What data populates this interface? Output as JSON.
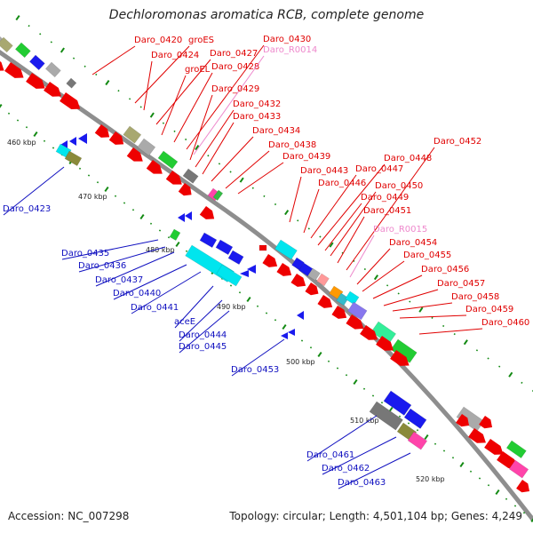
{
  "title": "Dechloromonas aromatica RCB, complete genome",
  "accession": "Accession: NC_007298",
  "summary": "Topology: circular; Length: 4,501,104 bp; Genes: 4,249",
  "colors": {
    "backbone": "#8e8e8e",
    "forward_label": "#e00000",
    "reverse_label": "#1010c0",
    "rna_label": "#ee88cc",
    "tick_mark": "#138a13",
    "leader_forward": "#e00000",
    "leader_reverse": "#1010c0",
    "leader_rna": "#ee88cc"
  },
  "scale_ticks": [
    "460 kbp",
    "470 kbp",
    "480 kbp",
    "490 kbp",
    "500 kbp",
    "510 kbp",
    "520 kbp"
  ],
  "forward_labels": [
    "Daro_0420",
    "groES",
    "Daro_0424",
    "Daro_0427",
    "groEL",
    "Daro_0428",
    "Daro_0430",
    "Daro_R0014",
    "Daro_0429",
    "Daro_0432",
    "Daro_0433",
    "Daro_0434",
    "Daro_0438",
    "Daro_0439",
    "Daro_0443",
    "Daro_0446",
    "Daro_0447",
    "Daro_0448",
    "Daro_0449",
    "Daro_0450",
    "Daro_0451",
    "Daro_0452",
    "Daro_R0015",
    "Daro_0454",
    "Daro_0455",
    "Daro_0456",
    "Daro_0457",
    "Daro_0458",
    "Daro_0459",
    "Daro_0460"
  ],
  "reverse_labels": [
    "Daro_0423",
    "Daro_0435",
    "Daro_0436",
    "Daro_0437",
    "Daro_0440",
    "Daro_0441",
    "aceE",
    "Daro_0444",
    "Daro_0445",
    "Daro_0453",
    "Daro_0461",
    "Daro_0462",
    "Daro_0463"
  ]
}
